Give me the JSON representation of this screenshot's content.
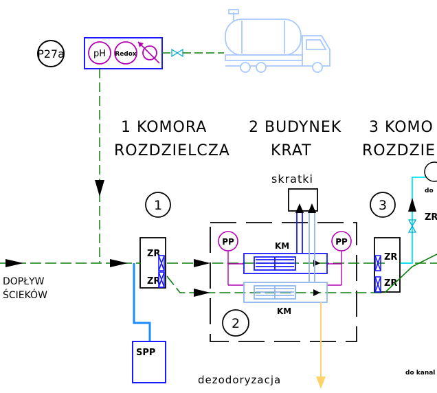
{
  "labels": {
    "p27a": "P27a",
    "ph": "pH",
    "redox": "Redox",
    "komora1_line1": "1 KOMORA",
    "komora1_line2": "ROZDZIELCZA",
    "budynek_line1": "2 BUDYNEK",
    "budynek_line2": "KRAT",
    "komora3_line1": "3 KOMO",
    "komora3_line2": "ROZDZIE",
    "skratki": "skratki",
    "num1": "1",
    "num2": "2",
    "num3": "3",
    "doplyw": "DOPŁYW",
    "sciekow": "ŚCIEKÓW",
    "zr": "ZR",
    "pp": "PP",
    "km": "KM",
    "spp": "SPP",
    "dezodoryzacja": "dezodoryzacja",
    "do": "do",
    "do_kanal": "do kanal"
  },
  "colors": {
    "flow_line": "#0b7d0b",
    "equipment": "#1a1aff",
    "light_blue": "#8fb6ee",
    "magenta": "#b400b4",
    "cyan": "#00e5ff",
    "yellow": "#ffd36b",
    "truck": "#a8c8ff"
  }
}
